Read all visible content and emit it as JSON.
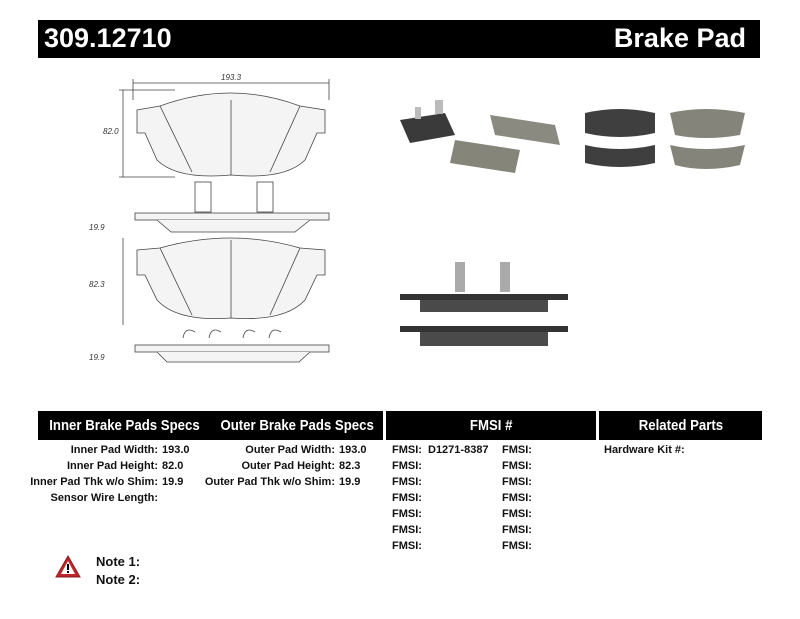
{
  "header": {
    "part_number": "309.12710",
    "product": "Brake Pad"
  },
  "drawing": {
    "width_dim": "193.3",
    "inner_height_dim": "82.0",
    "inner_thk_dim": "19.9",
    "outer_height_dim": "82.3",
    "outer_thk_dim": "19.9"
  },
  "tables": {
    "inner": {
      "title": "Inner Brake Pads Specs",
      "rows": [
        {
          "label": "Inner Pad Width:",
          "value": "193.0"
        },
        {
          "label": "Inner Pad Height:",
          "value": "82.0"
        },
        {
          "label": "Inner Pad Thk w/o Shim:",
          "value": "19.9"
        },
        {
          "label": "Sensor Wire Length:",
          "value": ""
        }
      ]
    },
    "outer": {
      "title": "Outer Brake Pads Specs",
      "rows": [
        {
          "label": "Outer Pad Width:",
          "value": "193.0"
        },
        {
          "label": "Outer Pad Height:",
          "value": "82.3"
        },
        {
          "label": "Outer Pad Thk w/o Shim:",
          "value": "19.9"
        }
      ]
    },
    "fmsi": {
      "title": "FMSI #",
      "col1": [
        {
          "label": "FMSI:",
          "value": "D1271-8387"
        },
        {
          "label": "FMSI:",
          "value": ""
        },
        {
          "label": "FMSI:",
          "value": ""
        },
        {
          "label": "FMSI:",
          "value": ""
        },
        {
          "label": "FMSI:",
          "value": ""
        },
        {
          "label": "FMSI:",
          "value": ""
        },
        {
          "label": "FMSI:",
          "value": ""
        }
      ],
      "col2": [
        "FMSI:",
        "FMSI:",
        "FMSI:",
        "FMSI:",
        "FMSI:",
        "FMSI:",
        "FMSI:"
      ]
    },
    "related": {
      "title": "Related Parts",
      "hardware_label": "Hardware Kit #:"
    }
  },
  "notes": {
    "icon": "warning-icon",
    "note1": "Note 1:",
    "note2": "Note 2:"
  },
  "colors": {
    "header_bg": "#000000",
    "warning_red": "#c0272d",
    "pad_gray": "#7b7b73"
  }
}
